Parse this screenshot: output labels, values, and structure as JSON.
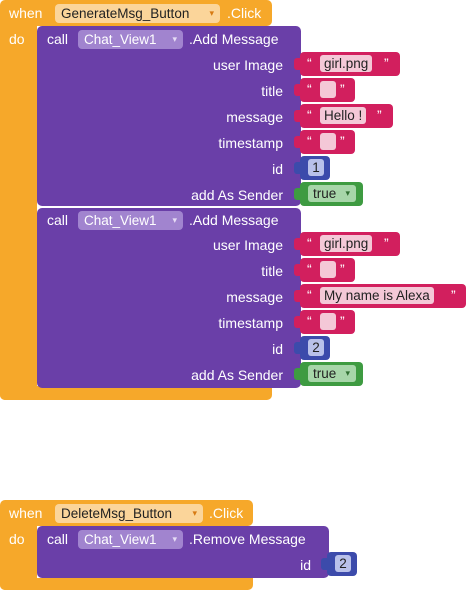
{
  "event1": {
    "when": "when",
    "do": "do",
    "component": "GenerateMsg_Button",
    "event": ".Click",
    "calls": [
      {
        "call": "call",
        "component": "Chat_View1",
        "method": ".Add Message",
        "params": [
          {
            "label": "user Image",
            "kind": "text",
            "value": "girl.png"
          },
          {
            "label": "title",
            "kind": "text",
            "value": ""
          },
          {
            "label": "message",
            "kind": "text",
            "value": "Hello !"
          },
          {
            "label": "timestamp",
            "kind": "text",
            "value": ""
          },
          {
            "label": "id",
            "kind": "number",
            "value": "1"
          },
          {
            "label": "add As Sender",
            "kind": "boolean",
            "value": "true"
          }
        ]
      },
      {
        "call": "call",
        "component": "Chat_View1",
        "method": ".Add Message",
        "params": [
          {
            "label": "user Image",
            "kind": "text",
            "value": "girl.png"
          },
          {
            "label": "title",
            "kind": "text",
            "value": ""
          },
          {
            "label": "message",
            "kind": "text",
            "value": "My name is Alexa"
          },
          {
            "label": "timestamp",
            "kind": "text",
            "value": ""
          },
          {
            "label": "id",
            "kind": "number",
            "value": "2"
          },
          {
            "label": "add As Sender",
            "kind": "boolean",
            "value": "true"
          }
        ]
      }
    ]
  },
  "event2": {
    "when": "when",
    "do": "do",
    "component": "DeleteMsg_Button",
    "event": ".Click",
    "call": {
      "call": "call",
      "component": "Chat_View1",
      "method": ".Remove Message",
      "params": [
        {
          "label": "id",
          "kind": "number",
          "value": "2"
        }
      ]
    }
  },
  "glyphs": {
    "dropdown": "▾",
    "open_quote": "“",
    "close_quote": "”"
  },
  "colors": {
    "event": "#f6a82a",
    "component": "#6a3fa8",
    "text": "#d21f5e",
    "math": "#3c4bab",
    "logic": "#3e9b41"
  }
}
